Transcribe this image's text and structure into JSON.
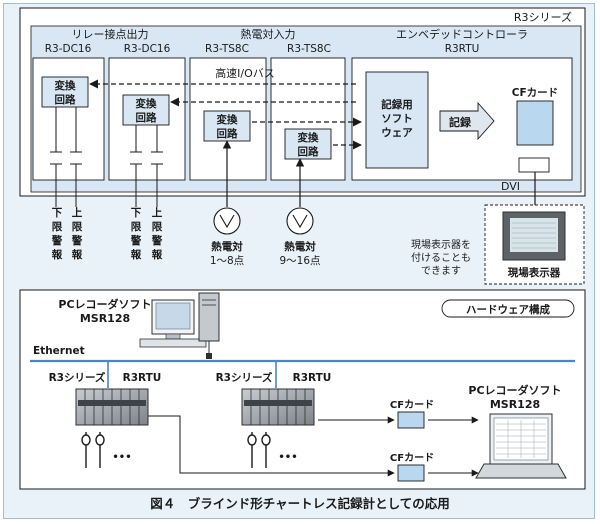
{
  "top_panel": {
    "series_label": "R3シリーズ",
    "relay_header": "リレー接点出力",
    "relay_models": [
      "R3-DC16",
      "R3-DC16"
    ],
    "tc_header": "熱電対入力",
    "tc_models": [
      "R3-TS8C",
      "R3-TS8C"
    ],
    "controller_header": "エンベデッドコントローラ",
    "controller_model": "R3RTU",
    "conversion_block": [
      "変換",
      "回路"
    ],
    "bus_label": "高速I/Oバス",
    "software_block": [
      "記録用",
      "ソフト",
      "ウェア"
    ],
    "record_label": "記録",
    "cf_card": "CFカード",
    "dvi_label": "DVI",
    "alarm_low": [
      "下",
      "限",
      "警",
      "報"
    ],
    "alarm_high": [
      "上",
      "限",
      "警",
      "報"
    ],
    "thermocouple_1": [
      "熱電対",
      "1〜8点"
    ],
    "thermocouple_2": [
      "熱電対",
      "9〜16点"
    ],
    "display_note": [
      "現場表示器を",
      "付けることも",
      "できます"
    ],
    "display_label": "現場表示器"
  },
  "bottom_panel": {
    "hardware_badge": "ハードウェア構成",
    "pc_software": [
      "PCレコーダソフト",
      "MSR128"
    ],
    "ethernet": "Ethernet",
    "unit_labels": [
      "R3シリーズ",
      "R3RTU",
      "R3シリーズ",
      "R3RTU"
    ],
    "cf_card": "CFカード",
    "dots": "•••",
    "pc_software_right": [
      "PCレコーダソフト",
      "MSR128"
    ]
  },
  "caption": "図４　ブラインド形チャートレス記録計としての応用",
  "colors": {
    "panel_blue": "#e9f2f9",
    "frame_blue": "#9fbfd6",
    "cf_blue": "#b9d7ee",
    "ethernet": "#4a86c5",
    "arrow_fill": "#dfe6ee"
  }
}
